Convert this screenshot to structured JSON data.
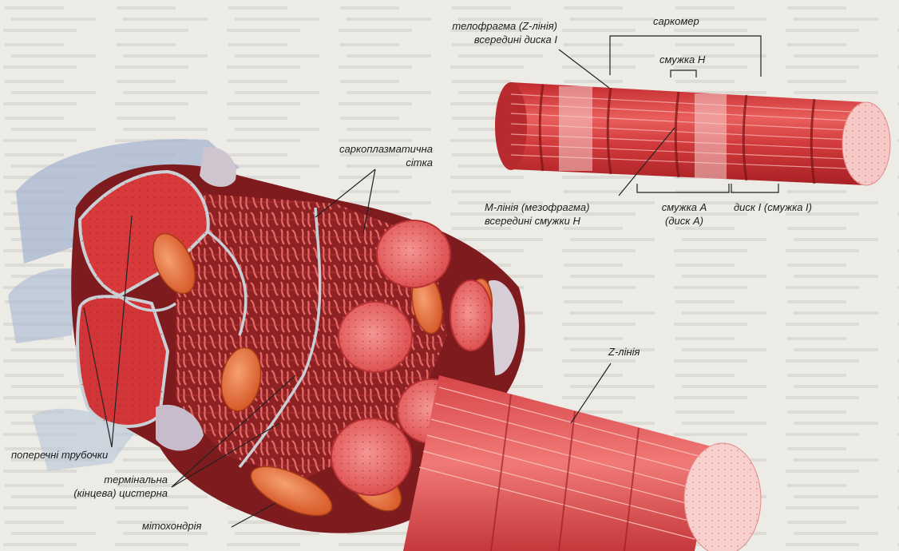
{
  "labels": {
    "sarcomere": "саркомер",
    "telophragma_1": "телофрагма (Z-лінія)",
    "telophragma_2": "всередині диска I",
    "h_band": "смужка H",
    "m_line_1": "М-лінія (мезофрагма)",
    "m_line_2": "всередині смужки H",
    "a_band_1": "смужка A",
    "a_band_2": "(диск A)",
    "i_disc": "диск I (смужка I)",
    "sr_1": "саркоплазматична",
    "sr_2": "сітка",
    "t_tubules": "поперечні трубочки",
    "terminal_1": "термінальна",
    "terminal_2": "(кінцева) цистерна",
    "mitochondrion": "мітохондрія",
    "z_line": "Z-лінія"
  },
  "colors": {
    "background": "#ecebe6",
    "muscle_red": "#d9383c",
    "muscle_dark": "#8a1d1f",
    "muscle_light": "#f08a86",
    "mitochondria": "#e0612a",
    "membrane": "#bfc7cf",
    "shadow_blue": "#9fb0cc"
  }
}
